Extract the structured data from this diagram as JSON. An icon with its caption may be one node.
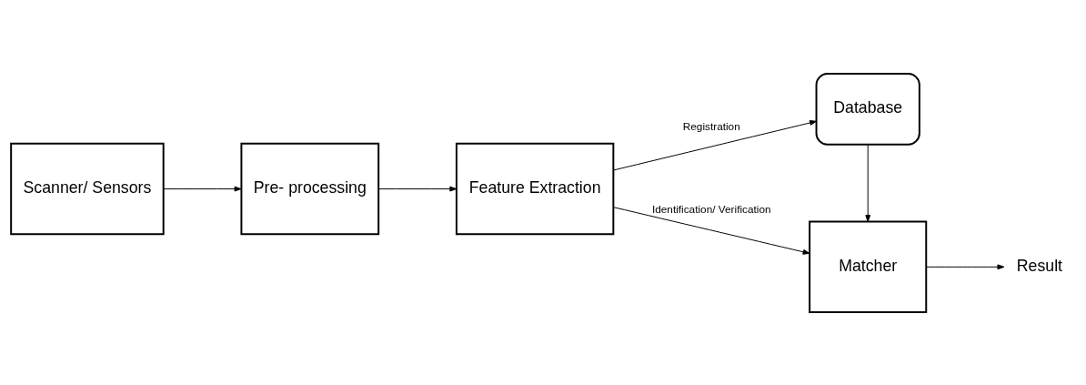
{
  "diagram": {
    "nodes": [
      {
        "text": [
          "Scanner/ Sensors"
        ]
      },
      {
        "text": [
          "Pre- processing"
        ]
      },
      {
        "text": [
          "Feature Extraction"
        ]
      },
      {
        "text": [
          "Database"
        ]
      },
      {
        "text": [
          "Matcher"
        ]
      },
      {
        "text": [
          "Result"
        ]
      }
    ],
    "edges": [
      {
        "from": 0,
        "to": 1,
        "arrow": "to"
      },
      {
        "from": 1,
        "to": 2,
        "arrow": "to"
      },
      {
        "from": 2,
        "to": 3,
        "arrow": "to",
        "label": "Registration"
      },
      {
        "from": 2,
        "to": 4,
        "arrow": "to",
        "label": "Identification/ Verification"
      },
      {
        "from": 3,
        "to": 4,
        "arrow": "to"
      },
      {
        "from": 4,
        "to": 5,
        "arrow": "to"
      }
    ]
  }
}
